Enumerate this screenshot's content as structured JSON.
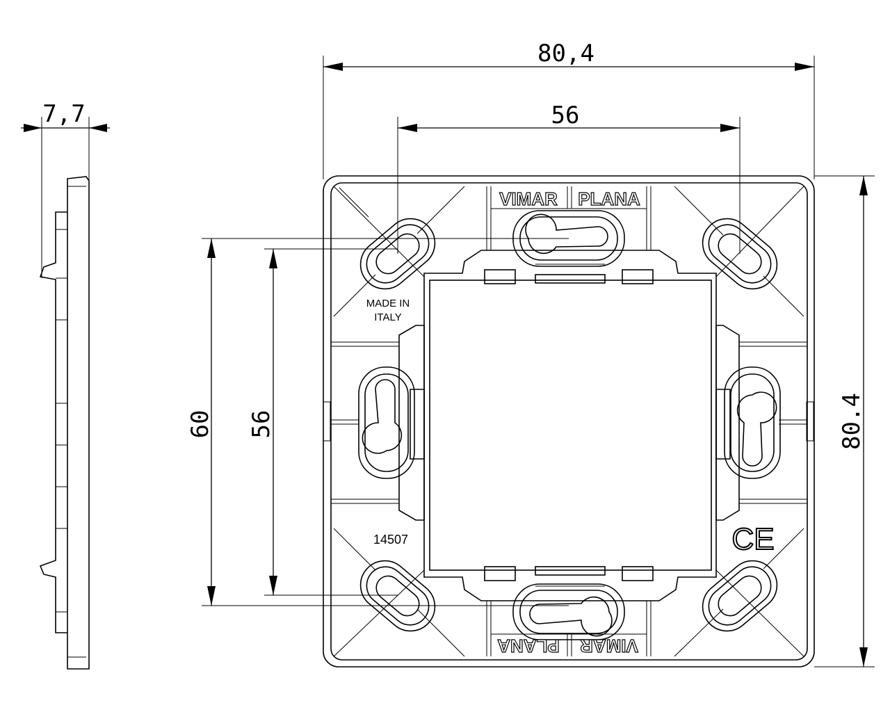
{
  "dimensions": {
    "side_thickness": "7,7",
    "overall_width": "80,4",
    "hole_spacing_horizontal": "56",
    "overall_height": "80.4",
    "hole_spacing_vertical_outer": "60",
    "hole_spacing_vertical_inner": "56"
  },
  "markings": {
    "brand_top": "VIMAR",
    "line_top": "PLANA",
    "brand_bottom": "VIMAR",
    "line_bottom": "PLANA",
    "origin_line1": "MADE IN",
    "origin_line2": "ITALY",
    "part_number": "14507",
    "certification": "CE"
  }
}
